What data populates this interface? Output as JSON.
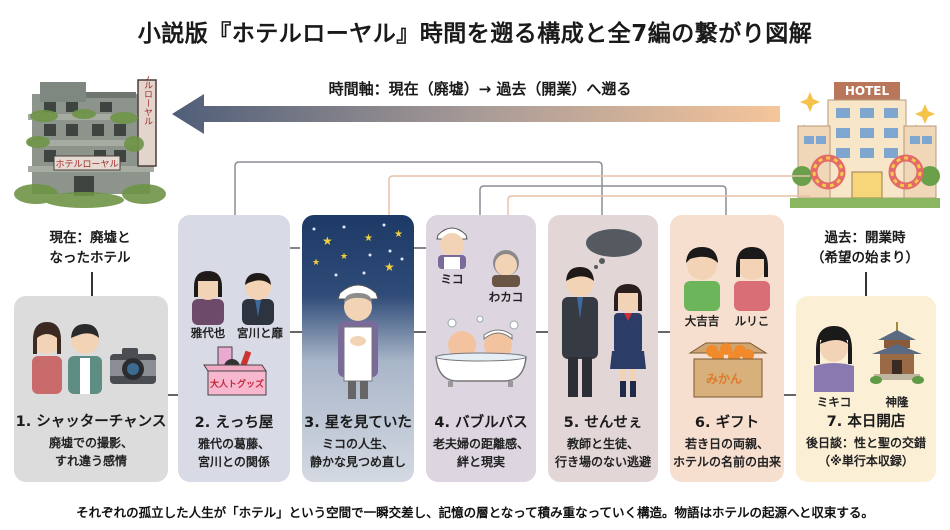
{
  "title": "小説版『ホテルローヤル』時間を遡る構成と全7編の繋がり図解",
  "timeline": {
    "label": "時間軸：現在（廃墟）→ 過去（開業）へ遡る",
    "arrow_start_color": "#4f5e78",
    "arrow_end_color": "#f6c59a"
  },
  "present_hotel": {
    "sign_vertical": "ホテルローヤル",
    "sign_horizontal": "ホテルローヤル",
    "caption_line1": "現在：廃墟と",
    "caption_line2": "なったホテル"
  },
  "past_hotel": {
    "sign": "HOTEL",
    "caption_line1": "過去：開業時",
    "caption_line2": "（希望の始まり）"
  },
  "stories": [
    {
      "title": "1. シャッターチャンス",
      "desc_line1": "廃墟での撮影、",
      "desc_line2": "すれ違う感情",
      "bg": "#dcdcdc",
      "illustration": [
        "young-woman-icon",
        "young-man-icon",
        "camera-icon"
      ]
    },
    {
      "title": "2. えっち屋",
      "desc_line1": "雅代の葛藤、",
      "desc_line2": "宮川との関係",
      "bg": "#d8dae6",
      "characters": [
        "雅代也",
        "宮川と靡"
      ],
      "box_label": "大人トグッズ"
    },
    {
      "title": "3. 星を見ていた",
      "desc_line1": "ミコの人生、",
      "desc_line2": "静かな見つめ直し",
      "bg_top": "#1d3a66",
      "bg_bottom": "#d4d9e2"
    },
    {
      "title": "4. バブルバス",
      "desc_line1": "老夫婦の距離感、",
      "desc_line2": "絆と現実",
      "bg": "#ddd6e0",
      "characters": [
        "ミコ",
        "わカコ"
      ]
    },
    {
      "title": "5. せんせぇ",
      "desc_line1": "教師と生徒、",
      "desc_line2": "行き場のない逃避",
      "bg": "#e2d6d6"
    },
    {
      "title": "6. ギフト",
      "desc_line1": "若き日の両親、",
      "desc_line2": "ホテルの名前の由来",
      "bg": "#f7dfd0",
      "characters": [
        "大吉吉",
        "ルリこ"
      ],
      "box_label": "みかん"
    },
    {
      "title": "7. 本日開店",
      "desc_line1": "後日談：性と聖の交錯",
      "desc_line2": "（※単行本収録）",
      "bg": "#fbefd6",
      "characters": [
        "ミキコ",
        "神隆"
      ]
    }
  ],
  "footer": "それぞれの孤立した人生が「ホテル」という空間で一瞬交差し、記憶の層となって積み重なっていく構造。物語はホテルの起源へと収束する。"
}
